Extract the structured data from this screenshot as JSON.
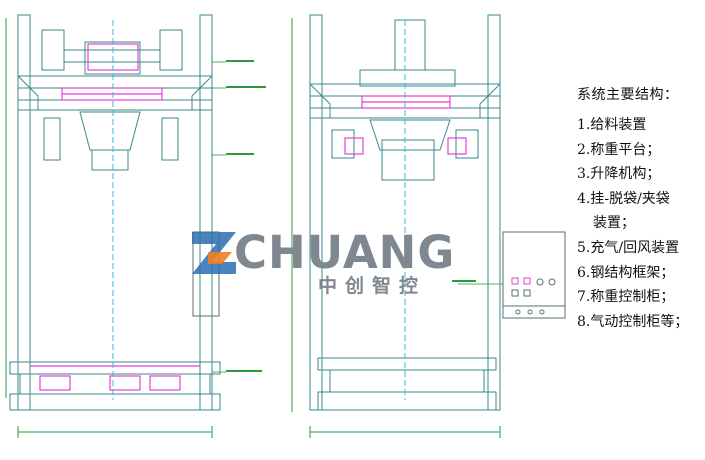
{
  "logo": {
    "brand": "CHUANG",
    "subtitle": "中创智控"
  },
  "structure_list": {
    "title": "系统主要结构：",
    "items": [
      "1.给料装置",
      "2.称重平台；",
      "3.升降机构；",
      "4.挂-脱袋/夹袋",
      "装置；",
      "5.充气/回风装置",
      "6.钢结构框架；",
      "7.称重控制柜；",
      "8.气动控制柜等；"
    ]
  },
  "colors": {
    "frame_line": "#3a8a8a",
    "pink_mech": "#e23fd6",
    "cyan_center": "#3bbbd6",
    "green_dim": "#2a9a3a",
    "cabinet_line": "#5a6f6f",
    "logo_blue": "#2b6fb0",
    "logo_orange": "#f08020",
    "logo_gray": "#7f8891"
  },
  "icons": {
    "logo_mark": "z-logo-icon"
  }
}
